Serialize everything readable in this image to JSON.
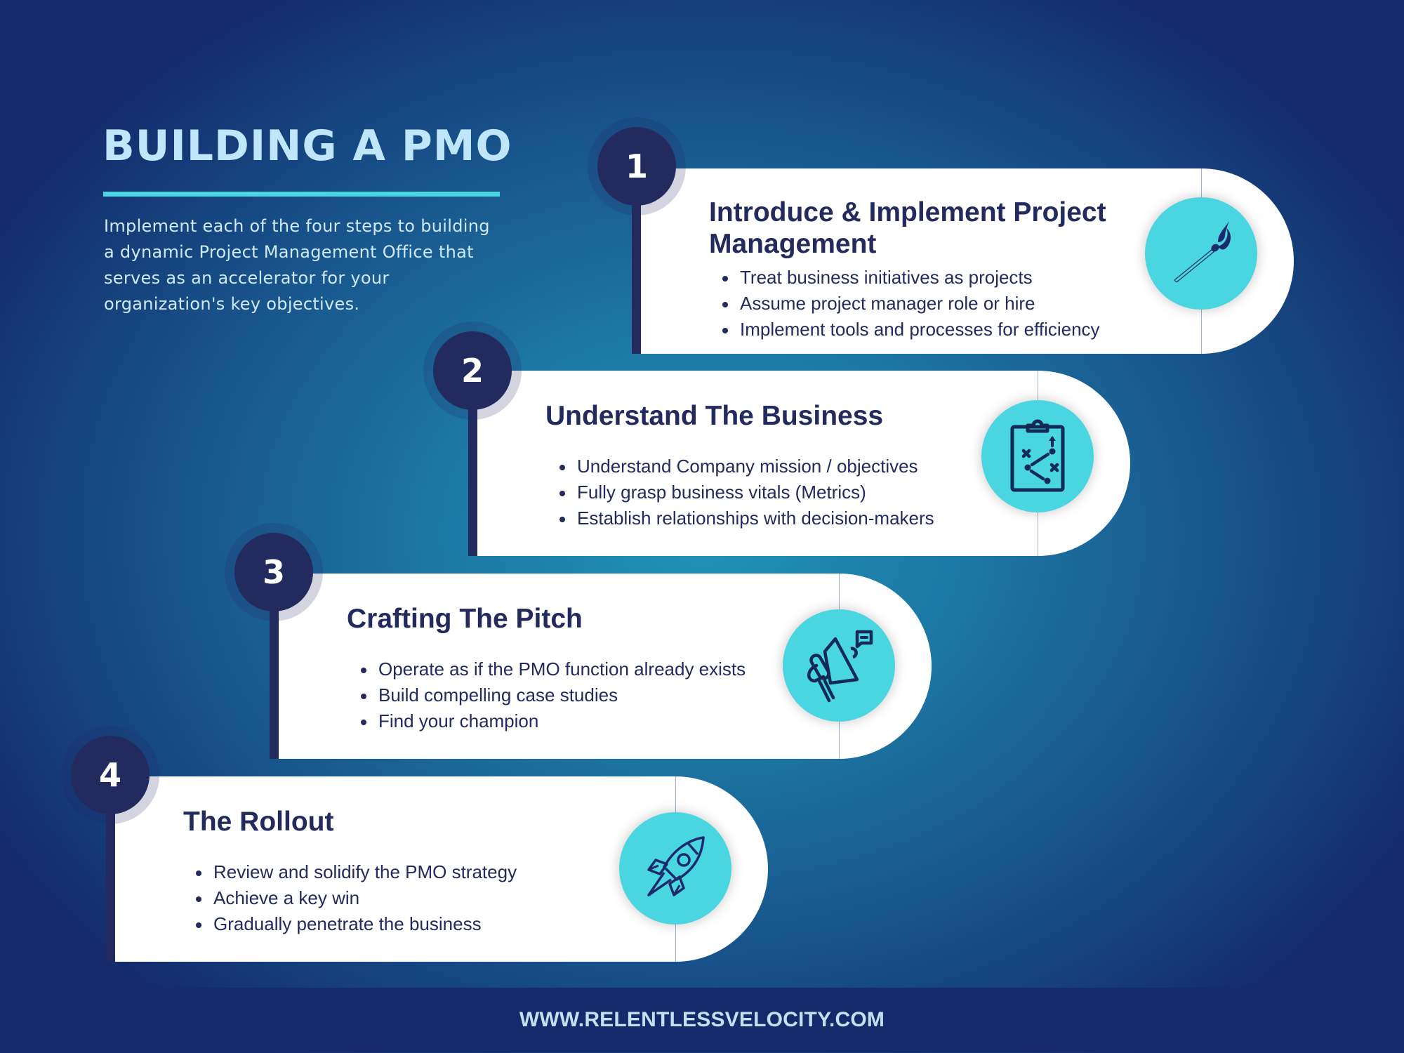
{
  "header": {
    "title": "BUILDING A PMO",
    "intro": "Implement each of the four steps to building a dynamic Project Management Office that serves as an accelerator for your organization's key objectives."
  },
  "colors": {
    "accent": "#4ad6e0",
    "navy": "#232a5e",
    "title": "#bfe6fb",
    "footer_bg": "#142a6b",
    "card_bg": "#ffffff"
  },
  "steps": [
    {
      "number": "1",
      "heading": "Introduce & Implement Project Management",
      "bullets": [
        "Treat business initiatives as projects",
        "Assume project manager role or hire",
        "Implement tools and processes for efficiency"
      ],
      "icon": "lit-match-icon"
    },
    {
      "number": "2",
      "heading": "Understand The Business",
      "bullets": [
        "Understand Company mission / objectives",
        "Fully grasp business vitals (Metrics)",
        "Establish relationships with decision-makers"
      ],
      "icon": "clipboard-strategy-icon"
    },
    {
      "number": "3",
      "heading": "Crafting The Pitch",
      "bullets": [
        "Operate as if the PMO function already exists",
        "Build compelling case studies",
        "Find your champion"
      ],
      "icon": "megaphone-icon"
    },
    {
      "number": "4",
      "heading": "The Rollout",
      "bullets": [
        "Review and solidify the PMO strategy",
        "Achieve a key win",
        "Gradually penetrate the business"
      ],
      "icon": "rocket-icon"
    }
  ],
  "footer": {
    "url": "WWW.RELENTLESSVELOCITY.COM"
  }
}
